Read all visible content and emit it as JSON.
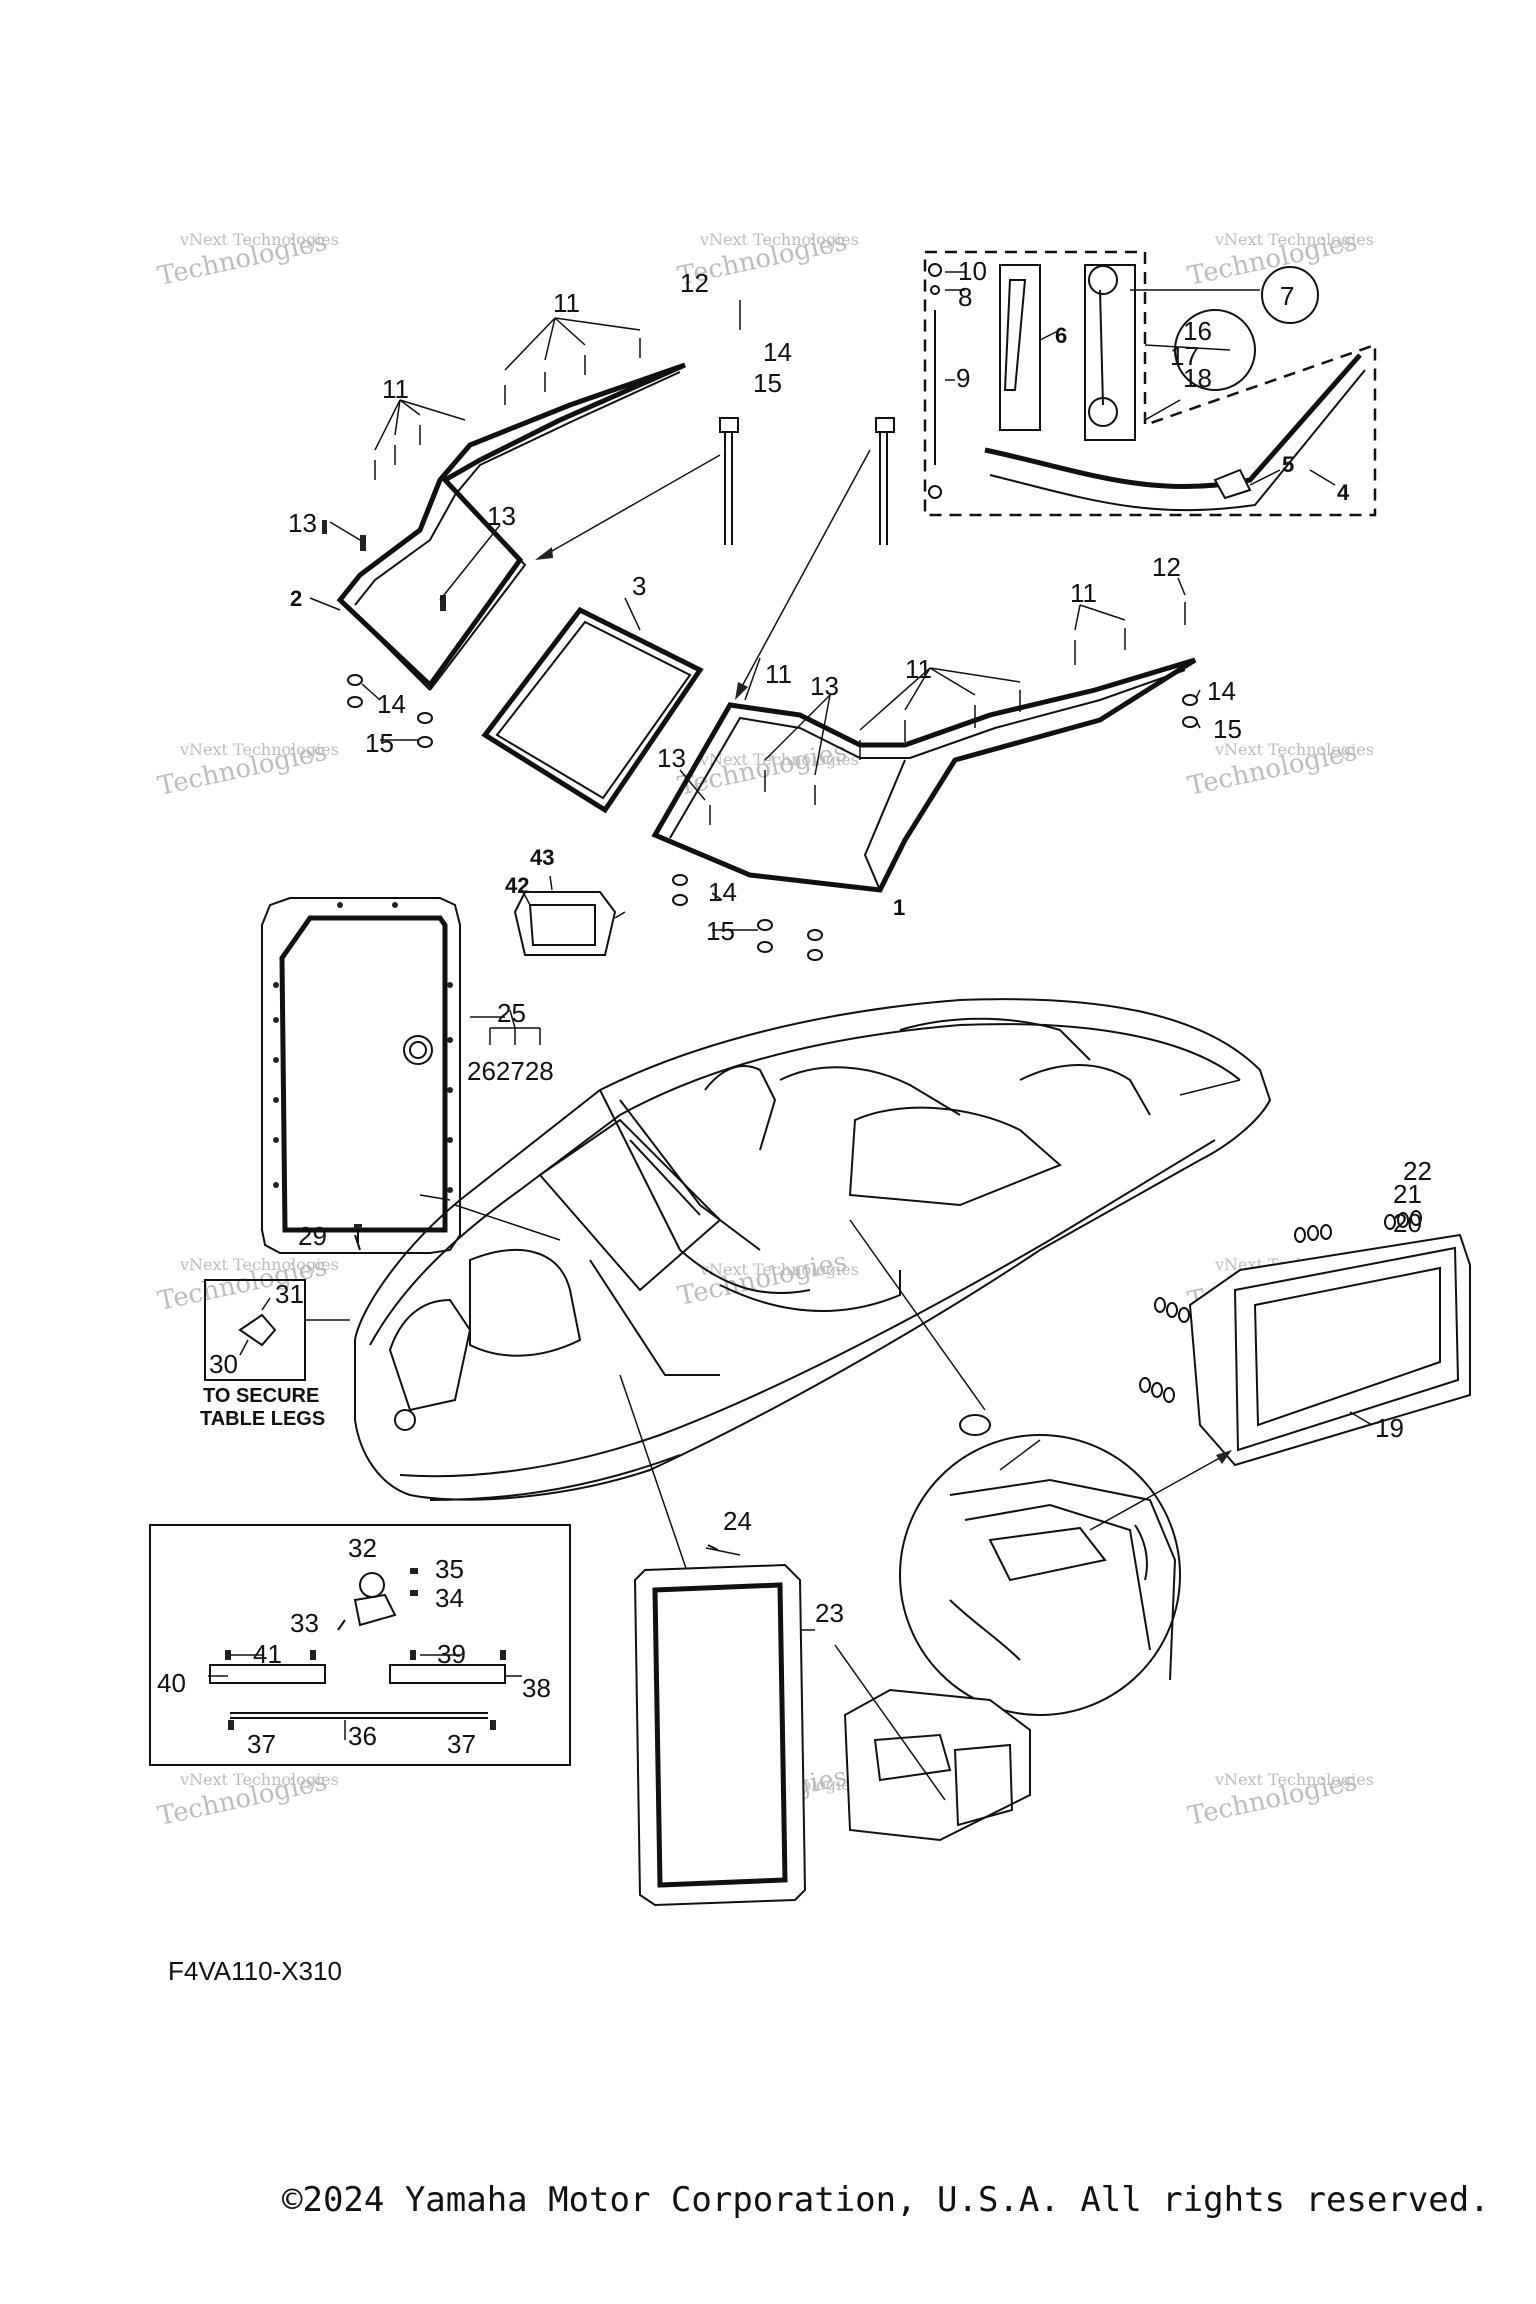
{
  "drawing_code": "F4VA110-X310",
  "copyright": "©2024 Yamaha Motor Corporation, U.S.A. All rights reserved.",
  "watermark": {
    "line1": "vNext Technologies",
    "line2": "Technologies"
  },
  "notes": {
    "secure_line1": "TO SECURE",
    "secure_line2": "TABLE LEGS"
  },
  "callouts": {
    "c1": "1",
    "c2": "2",
    "c3": "3",
    "c4": "4",
    "c5": "5",
    "c6": "6",
    "c7": "7",
    "c8": "8",
    "c9": "9",
    "c10": "10",
    "c11a": "11",
    "c11b": "11",
    "c11c": "11",
    "c11d": "11",
    "c11e": "11",
    "c12a": "12",
    "c12b": "12",
    "c13a": "13",
    "c13b": "13",
    "c13c": "13",
    "c13d": "13",
    "c14a": "14",
    "c14b": "14",
    "c14c": "14",
    "c14d": "14",
    "c15a": "15",
    "c15b": "15",
    "c15c": "15",
    "c15d": "15",
    "c16": "16",
    "c17": "17",
    "c18": "18",
    "c19": "19",
    "c20": "20",
    "c21": "21",
    "c22": "22",
    "c23": "23",
    "c24": "24",
    "c25": "25",
    "c262728": "262728",
    "c29": "29",
    "c30": "30",
    "c31": "31",
    "c32": "32",
    "c33": "33",
    "c34": "34",
    "c35": "35",
    "c36": "36",
    "c37a": "37",
    "c37b": "37",
    "c38": "38",
    "c39": "39",
    "c40": "40",
    "c41": "41",
    "c42": "42",
    "c43": "43"
  }
}
